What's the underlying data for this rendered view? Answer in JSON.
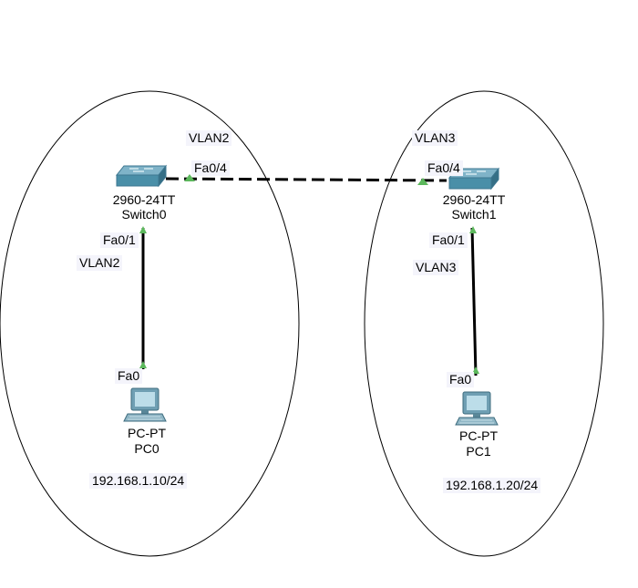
{
  "devices": {
    "switch0": {
      "model": "2960-24TT",
      "name": "Switch0",
      "vlan": "VLAN2",
      "uplink_port": "Fa0/4",
      "access_port": "Fa0/1",
      "access_vlan": "VLAN2"
    },
    "switch1": {
      "model": "2960-24TT",
      "name": "Switch1",
      "vlan": "VLAN3",
      "uplink_port": "Fa0/4",
      "access_port": "Fa0/1",
      "access_vlan": "VLAN3"
    },
    "pc0": {
      "model": "PC-PT",
      "name": "PC0",
      "port": "Fa0",
      "ip": "192.168.1.10/24"
    },
    "pc1": {
      "model": "PC-PT",
      "name": "PC1",
      "port": "Fa0",
      "ip": "192.168.1.20/24"
    }
  },
  "links": [
    {
      "from": "switch0",
      "to": "switch1",
      "style": "dashed"
    },
    {
      "from": "switch0",
      "to": "pc0",
      "style": "solid"
    },
    {
      "from": "switch1",
      "to": "pc1",
      "style": "solid"
    }
  ],
  "colors": {
    "link": "#000000",
    "port_indicator": "#5cb85c",
    "device": "#4a8fa8",
    "label_bg": "#f4f4fb"
  },
  "icons": {
    "switch": "switch-icon",
    "pc": "pc-icon"
  }
}
